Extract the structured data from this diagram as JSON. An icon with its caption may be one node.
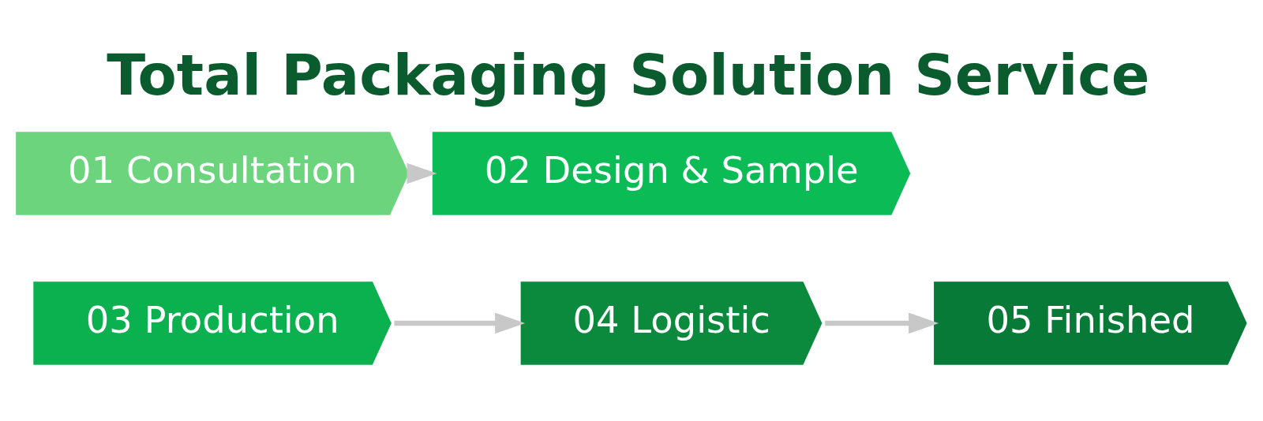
{
  "diagram": {
    "title": "Total Packaging Solution Service",
    "nodes": [
      {
        "text": [
          "01 Consultation"
        ]
      },
      {
        "text": [
          "02 Design & Sample"
        ]
      },
      {
        "text": [
          "03 Production"
        ]
      },
      {
        "text": [
          "04 Logistic"
        ]
      },
      {
        "text": [
          "05 Finished"
        ]
      }
    ],
    "edges": [
      {
        "from": 0,
        "to": 1,
        "arrow": "to"
      },
      {
        "from": 2,
        "to": 3,
        "arrow": "to"
      },
      {
        "from": 3,
        "to": 4,
        "arrow": "to"
      }
    ]
  }
}
